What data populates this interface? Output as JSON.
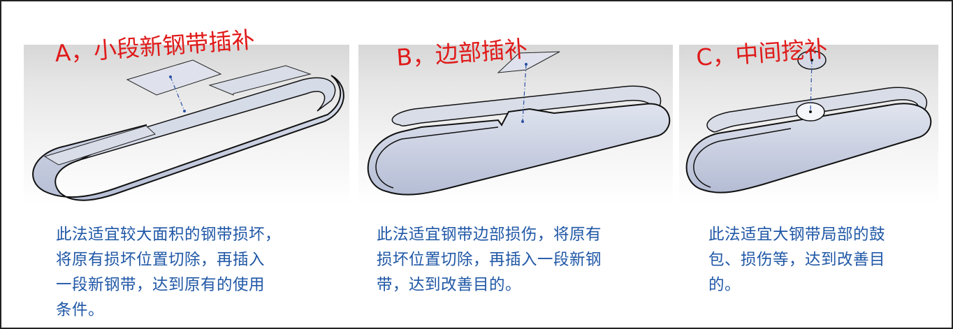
{
  "panels": [
    {
      "title": "A，小段新钢带插补",
      "desc_lines": [
        "此法适宜较大面积的钢带损坏，",
        "将原有损坏位置切除，再插入",
        "一段新钢带，达到原有的使用",
        "条件。"
      ]
    },
    {
      "title": "B，边部插补",
      "desc_lines": [
        "此法适宜钢带边部损伤，将原有",
        "损坏位置切除，再插入一段新钢",
        "带，达到改善目的。"
      ]
    },
    {
      "title": "C，中间挖补",
      "desc_lines": [
        "此法适宜大钢带局部的鼓",
        "包、损伤等，达到改善目",
        "的。"
      ]
    }
  ],
  "colors": {
    "title": "#e01a1a",
    "description": "#1f57a6",
    "belt_fill": "#c5ccdf",
    "belt_edge": "#111111",
    "axis_line": "#2a4fa3"
  }
}
